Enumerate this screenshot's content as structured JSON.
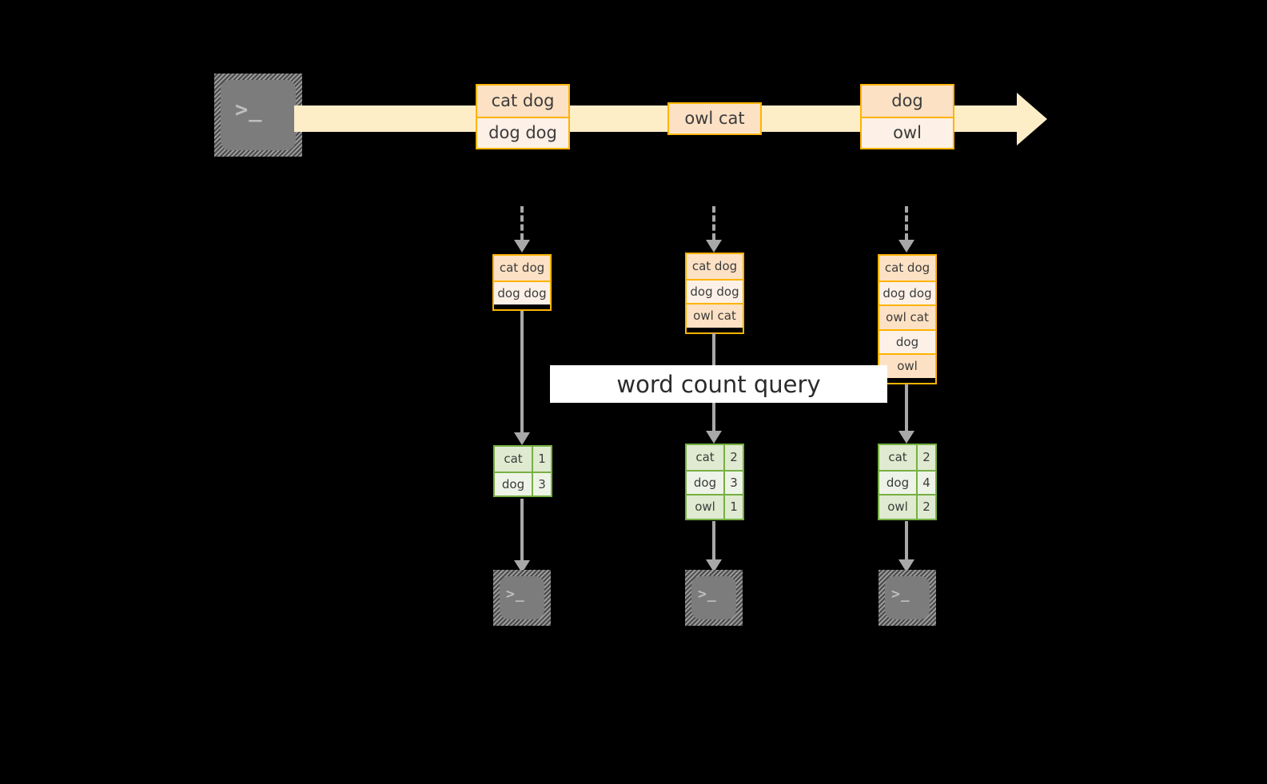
{
  "diagram": {
    "title_label": "word count query",
    "colors": {
      "background": "#000000",
      "stream_fill": "#fdeec8",
      "event_border": "#ffb300",
      "event_fill_dark": "#fde1c4",
      "event_fill_light": "#fdf0e6",
      "result_border": "#76b043",
      "result_fill_dark": "#dfead0",
      "result_fill_light": "#eef3e7",
      "arrow": "#a8a8a8",
      "terminal_fill": "#7c7c7c",
      "label_fill": "#ffffff"
    },
    "producer": {
      "icon_name": "terminal-icon",
      "glyph": ">_"
    },
    "stream": {
      "icon_name": "stream-arrow",
      "events": [
        {
          "lines": [
            "cat dog",
            "dog dog"
          ]
        },
        {
          "lines": [
            "owl cat"
          ]
        },
        {
          "lines": [
            "dog",
            "owl"
          ]
        }
      ]
    },
    "columns": [
      {
        "name": "snapshot-1",
        "input_rows": [
          "cat dog",
          "dog dog"
        ],
        "result_rows": [
          {
            "word": "cat",
            "count": "1"
          },
          {
            "word": "dog",
            "count": "3"
          }
        ],
        "consumer": {
          "icon_name": "terminal-icon",
          "glyph": ">_"
        }
      },
      {
        "name": "snapshot-2",
        "input_rows": [
          "cat dog",
          "dog dog",
          "owl cat"
        ],
        "result_rows": [
          {
            "word": "cat",
            "count": "2"
          },
          {
            "word": "dog",
            "count": "3"
          },
          {
            "word": "owl",
            "count": "1"
          }
        ],
        "consumer": {
          "icon_name": "terminal-icon",
          "glyph": ">_"
        }
      },
      {
        "name": "snapshot-3",
        "input_rows": [
          "cat dog",
          "dog dog",
          "owl cat",
          "dog",
          "owl"
        ],
        "result_rows": [
          {
            "word": "cat",
            "count": "2"
          },
          {
            "word": "dog",
            "count": "4"
          },
          {
            "word": "owl",
            "count": "2"
          }
        ],
        "consumer": {
          "icon_name": "terminal-icon",
          "glyph": ">_"
        }
      }
    ]
  }
}
